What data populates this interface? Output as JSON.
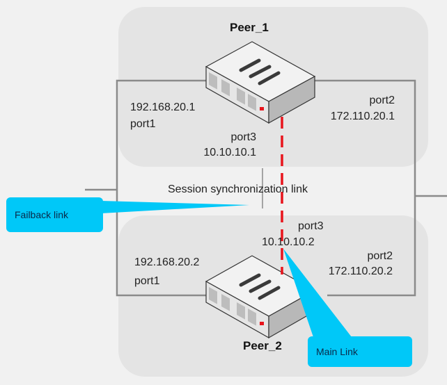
{
  "diagram": {
    "title": "FortiGate HA session synchronization topology",
    "peers": [
      {
        "name": "Peer_1",
        "port1": {
          "label": "port1",
          "ip": "192.168.20.1"
        },
        "port2": {
          "label": "port2",
          "ip": "172.110.20.1"
        },
        "port3": {
          "label": "port3",
          "ip": "10.10.10.1"
        }
      },
      {
        "name": "Peer_2",
        "port1": {
          "label": "port1",
          "ip": "192.168.20.2"
        },
        "port2": {
          "label": "port2",
          "ip": "172.110.20.2"
        },
        "port3": {
          "label": "port3",
          "ip": "10.10.10.2"
        }
      }
    ],
    "sync_link_label": "Session synchronization link",
    "callouts": {
      "failback": "Failback link",
      "main": "Main Link"
    },
    "colors": {
      "background": "#f1f1f1",
      "zone": "#e4e4e4",
      "link_line": "#8a8a8a",
      "sync_link": "#e8141c",
      "callout": "#00c8f8"
    }
  }
}
